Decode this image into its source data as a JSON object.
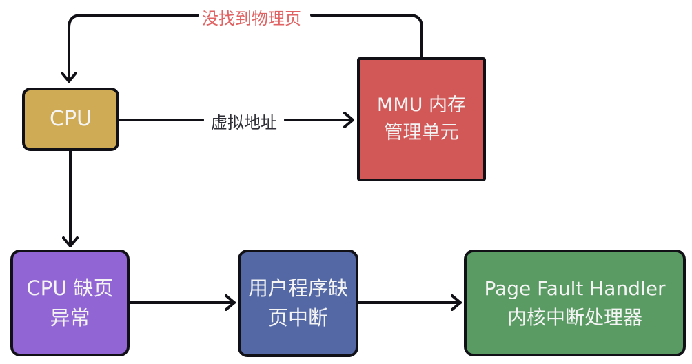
{
  "nodes": {
    "cpu": {
      "label": "CPU",
      "fill": "#cfab55"
    },
    "mmu": {
      "line1": "MMU 内存",
      "line2": "管理单元",
      "fill": "#d25858"
    },
    "cpu_page_fault": {
      "line1": "CPU 缺页",
      "line2": "异常",
      "fill": "#9165d4"
    },
    "user_page_interrupt": {
      "line1": "用户程序缺",
      "line2": "页中断",
      "fill": "#5468a6"
    },
    "page_fault_handler": {
      "line1": "Page Fault Handler",
      "line2": "内核中断处理器",
      "fill": "#5a9b64"
    }
  },
  "edges": {
    "mmu_to_cpu": {
      "label": "没找到物理页",
      "label_color": "#e06262"
    },
    "cpu_to_mmu": {
      "label": "虚拟地址",
      "label_color": "#2e2e36"
    }
  },
  "colors": {
    "line": "#101016",
    "border": "#101016",
    "node_text": "#f4f4f4",
    "background": "#ffffff"
  }
}
